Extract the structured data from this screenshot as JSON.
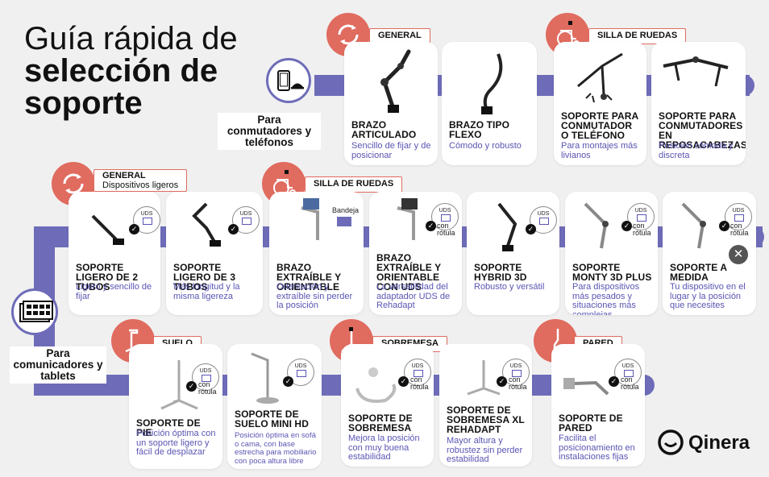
{
  "title": {
    "line1": "Guía rápida de",
    "line2": "selección de",
    "line3": "soporte"
  },
  "groups": {
    "phones": "Para conmutadores y teléfonos",
    "tablets": "Para comunicadores y tablets"
  },
  "badges": {
    "general_1": "GENERAL",
    "wheelchair_1": "SILLA DE RUEDAS",
    "general_2": "GENERAL",
    "general_2_sub": "Dispositivos ligeros",
    "wheelchair_2": "SILLA DE RUEDAS",
    "floor": "SUELO",
    "desktop": "SOBREMESA",
    "wall": "PARED"
  },
  "labels": {
    "uds": "UDS",
    "with_joint": "con rótula",
    "tray": "Bandeja"
  },
  "row1": [
    {
      "name": "BRAZO ARTICULADO",
      "desc": "Sencillo de fijar y de posicionar"
    },
    {
      "name": "BRAZO TIPO FLEXO",
      "desc": "Cómodo y robusto"
    },
    {
      "name": "SOPORTE PARA CONMUTADOR O TELÉFONO",
      "desc": "Para montajes más livianos"
    },
    {
      "name": "SOPORTE PARA CONMUTADORES EN REPOSACABEZAS",
      "desc": "Posición cómoda y discreta"
    }
  ],
  "row2": [
    {
      "name": "SOPORTE LIGERO DE 2 TUBOS",
      "desc": "Ligero y sencillo de fijar"
    },
    {
      "name": "SOPORTE LIGERO DE 3 TUBOS",
      "desc": "Más longitud y la misma ligereza"
    },
    {
      "name": "BRAZO EXTRAÍBLE Y ORIENTABLE",
      "desc": "Orientación y extraíble sin perder la posición"
    },
    {
      "name": "BRAZO EXTRAÍBLE Y ORIENTABLE CON UDS",
      "desc": "La versatilidad del adaptador UDS de Rehadapt"
    },
    {
      "name": "SOPORTE HYBRID 3D",
      "desc": "Robusto y versátil"
    },
    {
      "name": "SOPORTE MONTY 3D PLUS",
      "desc": "Para dispositivos más pesados y situaciones más complejas"
    },
    {
      "name": "SOPORTE A MEDIDA",
      "desc": "Tu dispositivo en el lugar y la posición que necesites"
    }
  ],
  "row3": [
    {
      "name": "SOPORTE DE PIE",
      "desc": "Posición óptima con un soporte ligero y fácil de desplazar"
    },
    {
      "name": "SOPORTE DE SUELO MINI HD",
      "desc": "Posición óptima en sofá o cama, con base estrecha para mobiliario con poca altura libre"
    },
    {
      "name": "SOPORTE DE SOBREMESA",
      "desc": "Mejora la posición con muy buena estabilidad"
    },
    {
      "name": "SOPORTE DE SOBREMESA XL REHADAPT",
      "desc": "Mayor altura y robustez sin perder estabilidad"
    },
    {
      "name": "SOPORTE DE PARED",
      "desc": "Facilita el posicionamiento en instalaciones fijas"
    }
  ],
  "brand": "Qinera",
  "colors": {
    "track": "#6e6cb8",
    "accent": "#e06b5f",
    "desc": "#5a55b3",
    "background": "#f0f0f0"
  }
}
